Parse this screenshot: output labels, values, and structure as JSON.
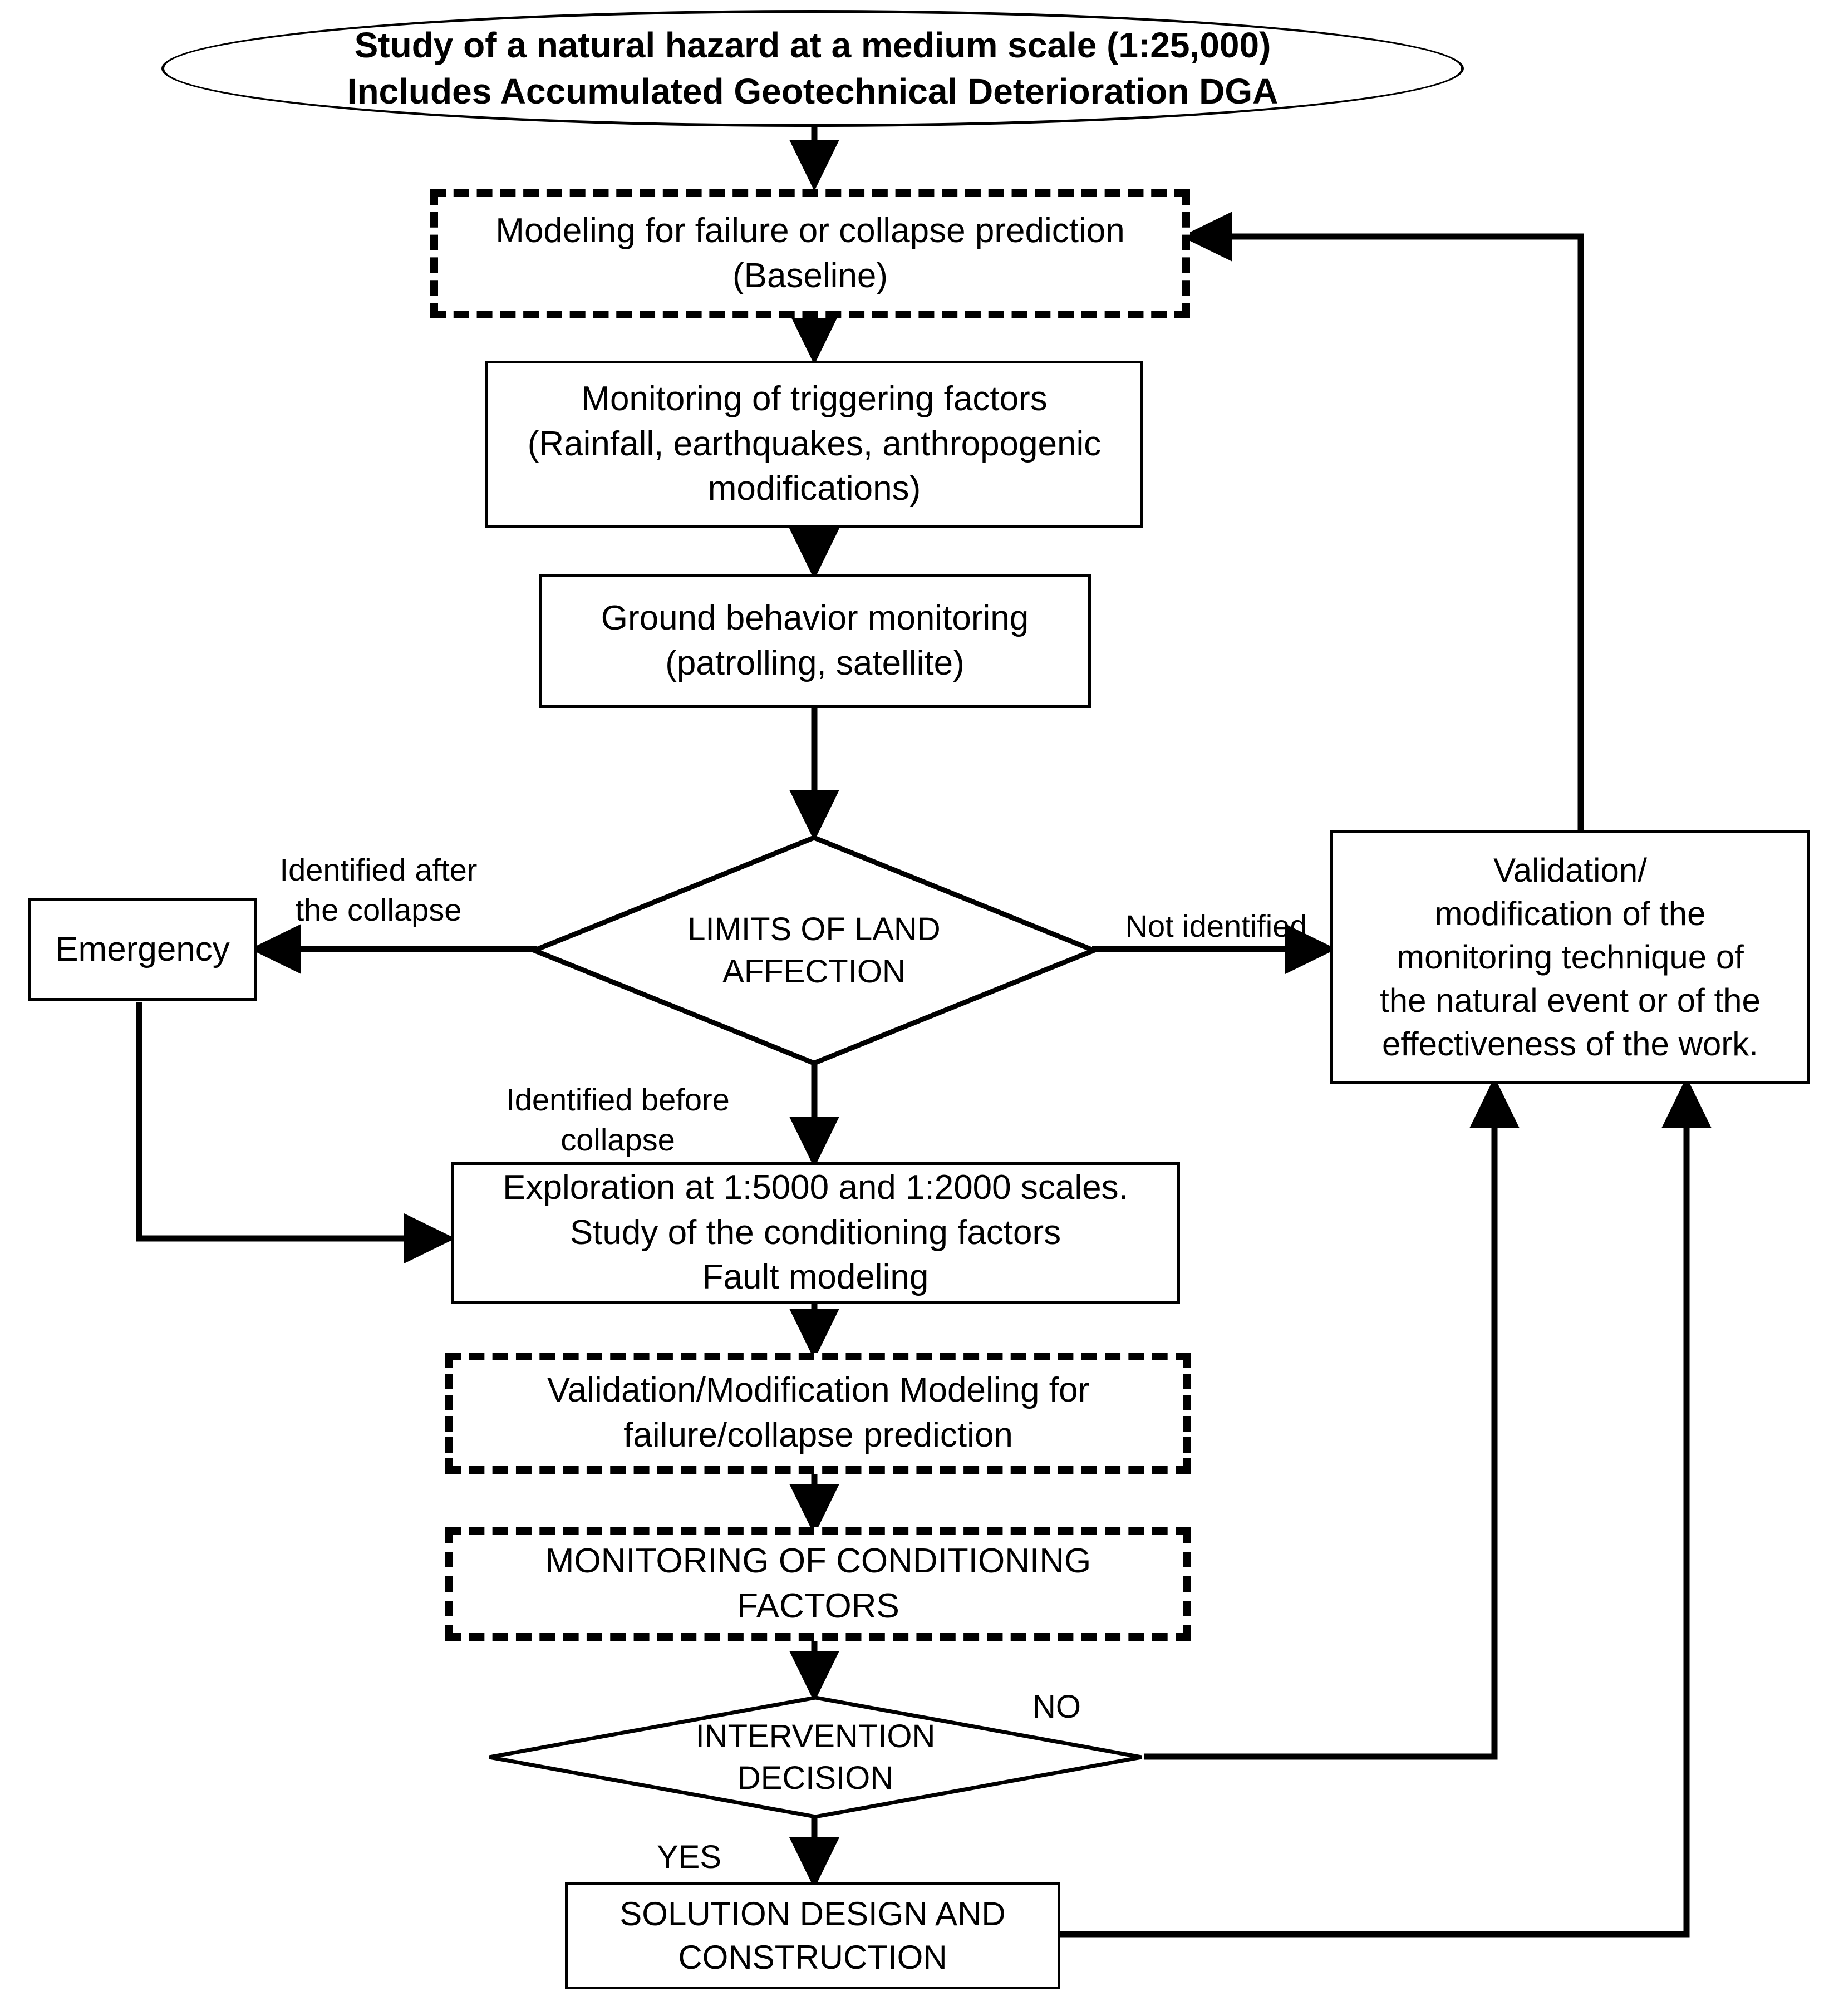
{
  "diagram": {
    "title": "Study of a natural hazard at a medium scale (1:25,000)\nIncludes Accumulated Geotechnical Deterioration DGA",
    "accent_color": "#000000",
    "background_color": "#ffffff",
    "nodes": {
      "start": {
        "label": "Study of a natural hazard at a medium scale (1:25,000)\nIncludes Accumulated Geotechnical Deterioration DGA",
        "shape": "ellipse"
      },
      "modeling_baseline": {
        "label": "Modeling for failure or collapse prediction\n(Baseline)",
        "shape": "dashed-rect"
      },
      "monitoring_triggering": {
        "label": "Monitoring of triggering factors\n(Rainfall, earthquakes,  anthropogenic\nmodifications)",
        "shape": "rect"
      },
      "ground_behavior": {
        "label": "Ground behavior monitoring\n(patrolling, satellite)",
        "shape": "rect"
      },
      "limits_decision": {
        "label": "LIMITS OF LAND\nAFFECTION",
        "shape": "diamond"
      },
      "emergency": {
        "label": "Emergency",
        "shape": "rect"
      },
      "validation_modification": {
        "label": "Validation/\nmodification of the\nmonitoring technique of\nthe natural event or of the\neffectiveness of the work.",
        "shape": "rect"
      },
      "exploration": {
        "label": "Exploration at 1:5000 and 1:2000 scales.\nStudy of the conditioning factors\nFault modeling",
        "shape": "rect"
      },
      "validation_modeling": {
        "label": "Validation/Modification Modeling for\nfailure/collapse prediction",
        "shape": "dashed-rect"
      },
      "monitoring_conditioning": {
        "label": "MONITORING OF CONDITIONING FACTORS",
        "shape": "dashed-rect"
      },
      "intervention_decision": {
        "label": "INTERVENTION\nDECISION",
        "shape": "diamond"
      },
      "solution_design": {
        "label": "SOLUTION DESIGN AND\nCONSTRUCTION",
        "shape": "rect"
      }
    },
    "edge_labels": {
      "identified_after": "Identified after\nthe collapse",
      "not_identified": "Not identified",
      "identified_before": "Identified before\ncollapse",
      "no": "NO",
      "yes": "YES"
    },
    "edges": [
      {
        "from": "start",
        "to": "modeling_baseline",
        "label": ""
      },
      {
        "from": "modeling_baseline",
        "to": "monitoring_triggering",
        "label": ""
      },
      {
        "from": "monitoring_triggering",
        "to": "ground_behavior",
        "label": ""
      },
      {
        "from": "ground_behavior",
        "to": "limits_decision",
        "label": ""
      },
      {
        "from": "limits_decision",
        "to": "emergency",
        "label": "Identified after the collapse"
      },
      {
        "from": "limits_decision",
        "to": "validation_modification",
        "label": "Not identified"
      },
      {
        "from": "limits_decision",
        "to": "exploration",
        "label": "Identified before collapse"
      },
      {
        "from": "emergency",
        "to": "exploration",
        "label": ""
      },
      {
        "from": "exploration",
        "to": "validation_modeling",
        "label": ""
      },
      {
        "from": "validation_modeling",
        "to": "monitoring_conditioning",
        "label": ""
      },
      {
        "from": "monitoring_conditioning",
        "to": "intervention_decision",
        "label": ""
      },
      {
        "from": "intervention_decision",
        "to": "validation_modification",
        "label": "NO"
      },
      {
        "from": "intervention_decision",
        "to": "solution_design",
        "label": "YES"
      },
      {
        "from": "solution_design",
        "to": "validation_modification",
        "label": ""
      },
      {
        "from": "validation_modification",
        "to": "modeling_baseline",
        "label": ""
      }
    ]
  }
}
